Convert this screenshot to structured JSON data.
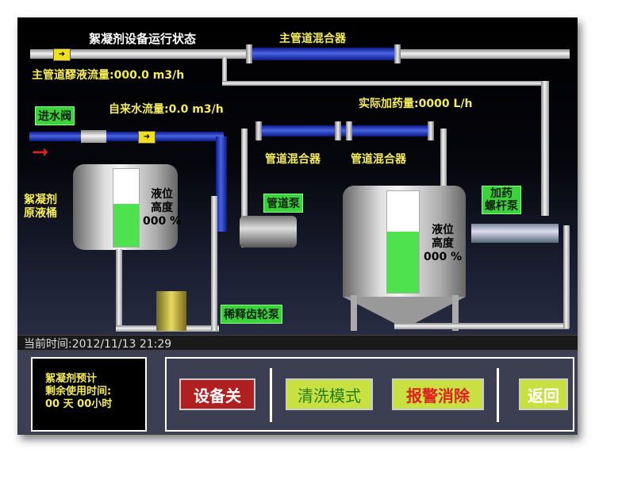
{
  "title": "絮凝剂设备运行状态",
  "main_mixer_label": "主管道混合器",
  "main_flow": "主管道醪液流量:000.0 m3/h",
  "water_flow": "自来水流量:0.0  m3/h",
  "dosing": "实际加药量:0000  L/h",
  "inlet_valve": "进水阀",
  "mixer1": "管道混合器",
  "mixer2": "管道混合器",
  "pipe_pump": "管道泵",
  "screw_pump": [
    "加药",
    "螺杆泵"
  ],
  "gear_pump": "稀释齿轮泵",
  "tank1": {
    "name": [
      "絮凝剂",
      "原液桶"
    ],
    "level_label": [
      "液位",
      "高度"
    ],
    "level_value": "000 %",
    "level_fraction": 0.55
  },
  "tank2": {
    "level_label": [
      "液位",
      "高度"
    ],
    "level_value": "000 %",
    "level_fraction": 0.6
  },
  "current_time": "当前时间:2012/11/13  21:29",
  "remaining": {
    "line1": "絮凝剂预计",
    "line2": "剩余使用时间:",
    "line3": "00 天  00小时"
  },
  "buttons": {
    "off": "设备关",
    "clean": "清洗模式",
    "alarm": "报警消除",
    "back": "返回"
  },
  "colors": {
    "accent_yellow": "#f5ec5a",
    "label_green": "#3cd23c",
    "btn_red": "#b02020",
    "btn_lime": "#c8e040"
  }
}
